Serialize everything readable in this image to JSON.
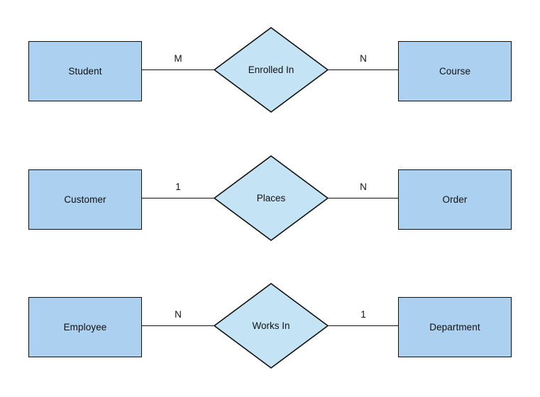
{
  "diagram": {
    "type": "entity-relationship-diagram",
    "background_color": "#ffffff",
    "entity_fill": "#ACD0EF",
    "relationship_fill": "#C4E4F6",
    "stroke_color": "#12100f",
    "rows": [
      {
        "left_entity": "Student",
        "left_cardinality": "M",
        "relationship": "Enrolled In",
        "right_cardinality": "N",
        "right_entity": "Course"
      },
      {
        "left_entity": "Customer",
        "left_cardinality": "1",
        "relationship": "Places",
        "right_cardinality": "N",
        "right_entity": "Order"
      },
      {
        "left_entity": "Employee",
        "left_cardinality": "N",
        "relationship": "Works In",
        "right_cardinality": "1",
        "right_entity": "Department"
      }
    ]
  }
}
